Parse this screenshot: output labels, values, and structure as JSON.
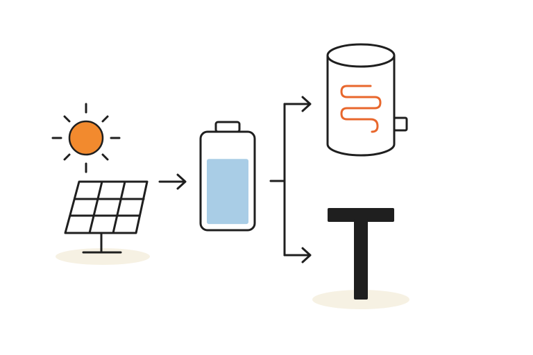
{
  "diagram": {
    "nodes": [
      {
        "id": "sun",
        "icon": "sun-icon"
      },
      {
        "id": "solar-panel",
        "icon": "solar-panel-icon"
      },
      {
        "id": "battery",
        "icon": "battery-icon",
        "charge_level": 0.75
      },
      {
        "id": "water-heater",
        "icon": "water-heater-icon"
      },
      {
        "id": "t-shaped-load",
        "icon": "t-bar-icon"
      }
    ],
    "edges": [
      {
        "from": "solar-panel",
        "to": "battery"
      },
      {
        "from": "battery",
        "to": "water-heater"
      },
      {
        "from": "battery",
        "to": "t-shaped-load"
      }
    ]
  },
  "colors": {
    "stroke": "#1f1f1f",
    "sun": "#f28a2e",
    "battery_fill": "#a9cde6",
    "heating_coil": "#e8672c",
    "shadow": "#f6f1e3"
  }
}
